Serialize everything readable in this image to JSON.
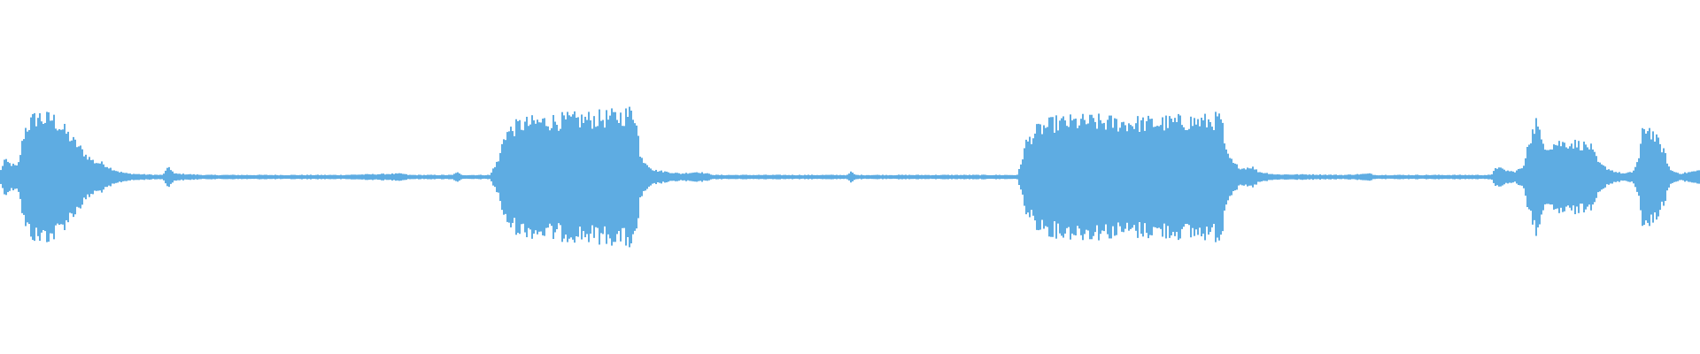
{
  "waveform": {
    "color": "#5eace2",
    "background": "#ffffff",
    "amplitude_envelope": [
      [
        0.0,
        0.04
      ],
      [
        0.002,
        0.1
      ],
      [
        0.005,
        0.08
      ],
      [
        0.01,
        0.06
      ],
      [
        0.014,
        0.28
      ],
      [
        0.018,
        0.33
      ],
      [
        0.022,
        0.36
      ],
      [
        0.026,
        0.34
      ],
      [
        0.03,
        0.35
      ],
      [
        0.034,
        0.31
      ],
      [
        0.038,
        0.27
      ],
      [
        0.042,
        0.22
      ],
      [
        0.046,
        0.18
      ],
      [
        0.05,
        0.13
      ],
      [
        0.055,
        0.09
      ],
      [
        0.06,
        0.08
      ],
      [
        0.065,
        0.05
      ],
      [
        0.07,
        0.03
      ],
      [
        0.075,
        0.02
      ],
      [
        0.085,
        0.015
      ],
      [
        0.095,
        0.012
      ],
      [
        0.099,
        0.06
      ],
      [
        0.102,
        0.02
      ],
      [
        0.12,
        0.012
      ],
      [
        0.15,
        0.012
      ],
      [
        0.2,
        0.012
      ],
      [
        0.236,
        0.02
      ],
      [
        0.24,
        0.012
      ],
      [
        0.266,
        0.012
      ],
      [
        0.268,
        0.03
      ],
      [
        0.271,
        0.012
      ],
      [
        0.288,
        0.012
      ],
      [
        0.29,
        0.06
      ],
      [
        0.293,
        0.1
      ],
      [
        0.296,
        0.25
      ],
      [
        0.305,
        0.31
      ],
      [
        0.32,
        0.33
      ],
      [
        0.34,
        0.34
      ],
      [
        0.355,
        0.35
      ],
      [
        0.365,
        0.36
      ],
      [
        0.371,
        0.38
      ],
      [
        0.374,
        0.36
      ],
      [
        0.376,
        0.12
      ],
      [
        0.38,
        0.08
      ],
      [
        0.384,
        0.04
      ],
      [
        0.392,
        0.03
      ],
      [
        0.4,
        0.02
      ],
      [
        0.41,
        0.03
      ],
      [
        0.42,
        0.012
      ],
      [
        0.45,
        0.012
      ],
      [
        0.498,
        0.012
      ],
      [
        0.5,
        0.03
      ],
      [
        0.503,
        0.012
      ],
      [
        0.56,
        0.012
      ],
      [
        0.598,
        0.012
      ],
      [
        0.6,
        0.08
      ],
      [
        0.603,
        0.2
      ],
      [
        0.61,
        0.28
      ],
      [
        0.62,
        0.32
      ],
      [
        0.64,
        0.33
      ],
      [
        0.66,
        0.32
      ],
      [
        0.68,
        0.32
      ],
      [
        0.7,
        0.33
      ],
      [
        0.71,
        0.33
      ],
      [
        0.716,
        0.34
      ],
      [
        0.718,
        0.36
      ],
      [
        0.72,
        0.16
      ],
      [
        0.725,
        0.08
      ],
      [
        0.73,
        0.05
      ],
      [
        0.736,
        0.06
      ],
      [
        0.74,
        0.03
      ],
      [
        0.75,
        0.015
      ],
      [
        0.77,
        0.015
      ],
      [
        0.79,
        0.012
      ],
      [
        0.806,
        0.02
      ],
      [
        0.808,
        0.012
      ],
      [
        0.86,
        0.012
      ],
      [
        0.877,
        0.012
      ],
      [
        0.879,
        0.06
      ],
      [
        0.885,
        0.04
      ],
      [
        0.89,
        0.03
      ],
      [
        0.896,
        0.06
      ],
      [
        0.898,
        0.2
      ],
      [
        0.901,
        0.26
      ],
      [
        0.903,
        0.33
      ],
      [
        0.906,
        0.22
      ],
      [
        0.91,
        0.18
      ],
      [
        0.915,
        0.2
      ],
      [
        0.925,
        0.2
      ],
      [
        0.935,
        0.18
      ],
      [
        0.94,
        0.08
      ],
      [
        0.945,
        0.05
      ],
      [
        0.95,
        0.03
      ],
      [
        0.955,
        0.02
      ],
      [
        0.96,
        0.03
      ],
      [
        0.964,
        0.12
      ],
      [
        0.966,
        0.3
      ],
      [
        0.97,
        0.28
      ],
      [
        0.974,
        0.22
      ],
      [
        0.978,
        0.16
      ],
      [
        0.982,
        0.04
      ],
      [
        0.988,
        0.02
      ],
      [
        0.994,
        0.03
      ],
      [
        1.0,
        0.04
      ]
    ]
  }
}
